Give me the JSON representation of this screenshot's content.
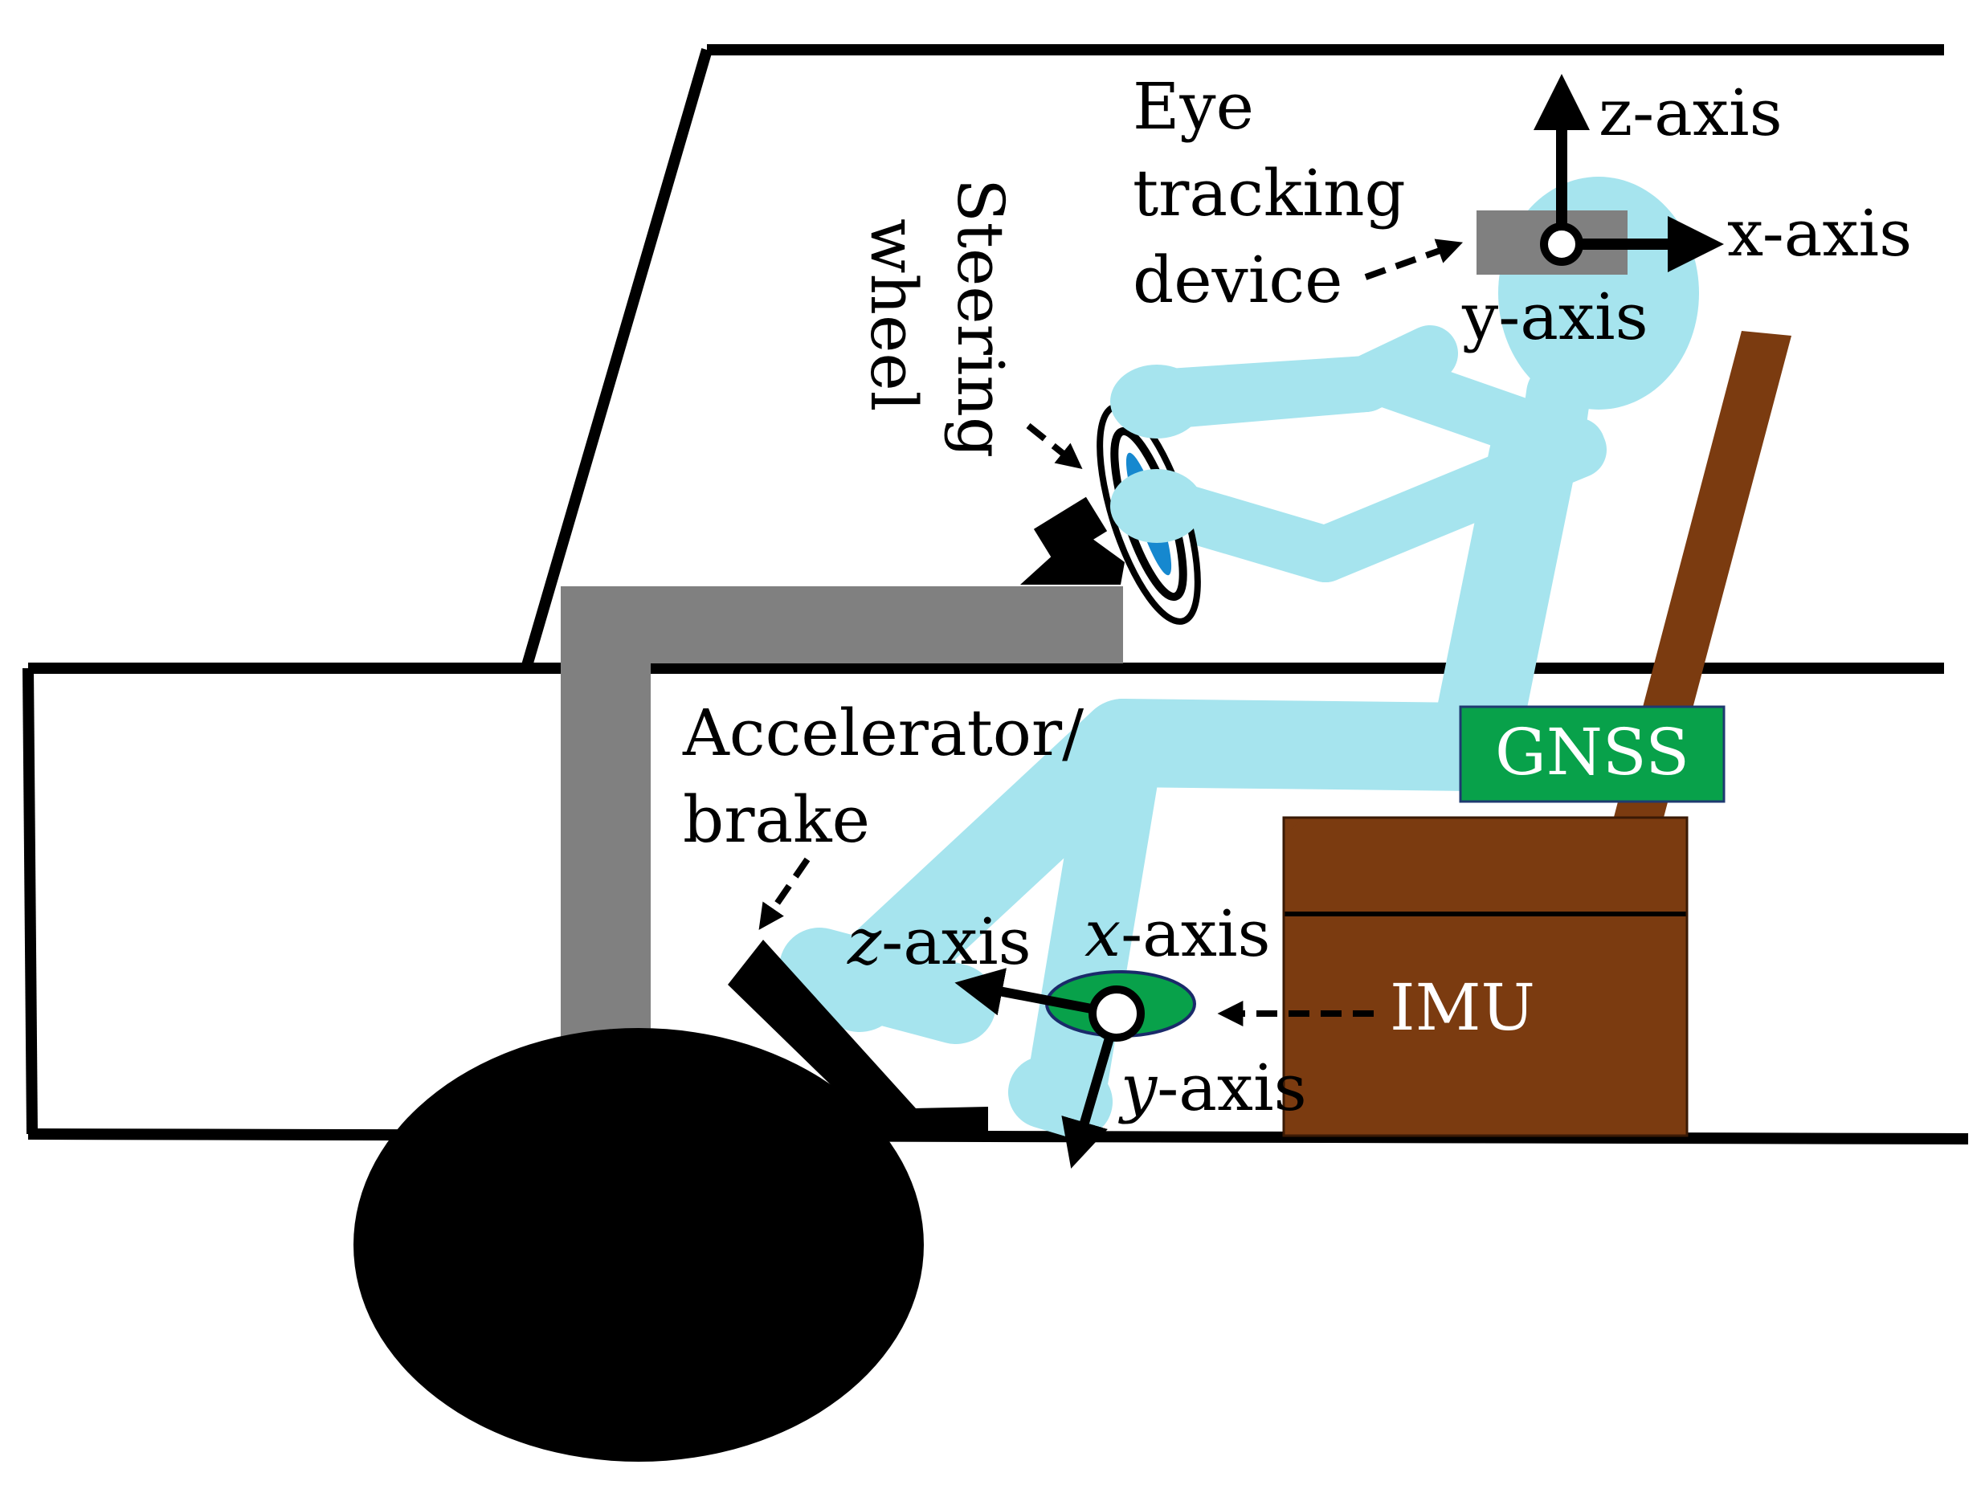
{
  "colors": {
    "body_skin": "#a6e4ee",
    "seat_brown": "#7b3b10",
    "dash_gray": "#808080",
    "gnss_green": "#08a14a",
    "imu_green": "#08a14a",
    "wheel_blue": "#1688cf",
    "line_black": "#000000"
  },
  "labels": {
    "eye_tracking": [
      "Eye",
      "tracking",
      "device"
    ],
    "steering": [
      "Steering",
      "wheel"
    ],
    "accelerator": [
      "Accelerator/",
      "brake"
    ],
    "gnss": "GNSS",
    "imu": "IMU",
    "head_axes": {
      "z": "z-axis",
      "x": "x-axis",
      "y": "y-axis"
    },
    "imu_axes": {
      "z_var": "z",
      "z_suffix": "-axis",
      "x_var": "x",
      "x_suffix": "-axis",
      "y_var": "y",
      "y_suffix": "-axis"
    }
  },
  "icons": {
    "head_sensor_origin": "circle-origin-icon",
    "imu_origin": "circle-origin-icon",
    "arrow": "arrow-icon",
    "dashed_pointer": "dashed-arrow-icon"
  }
}
